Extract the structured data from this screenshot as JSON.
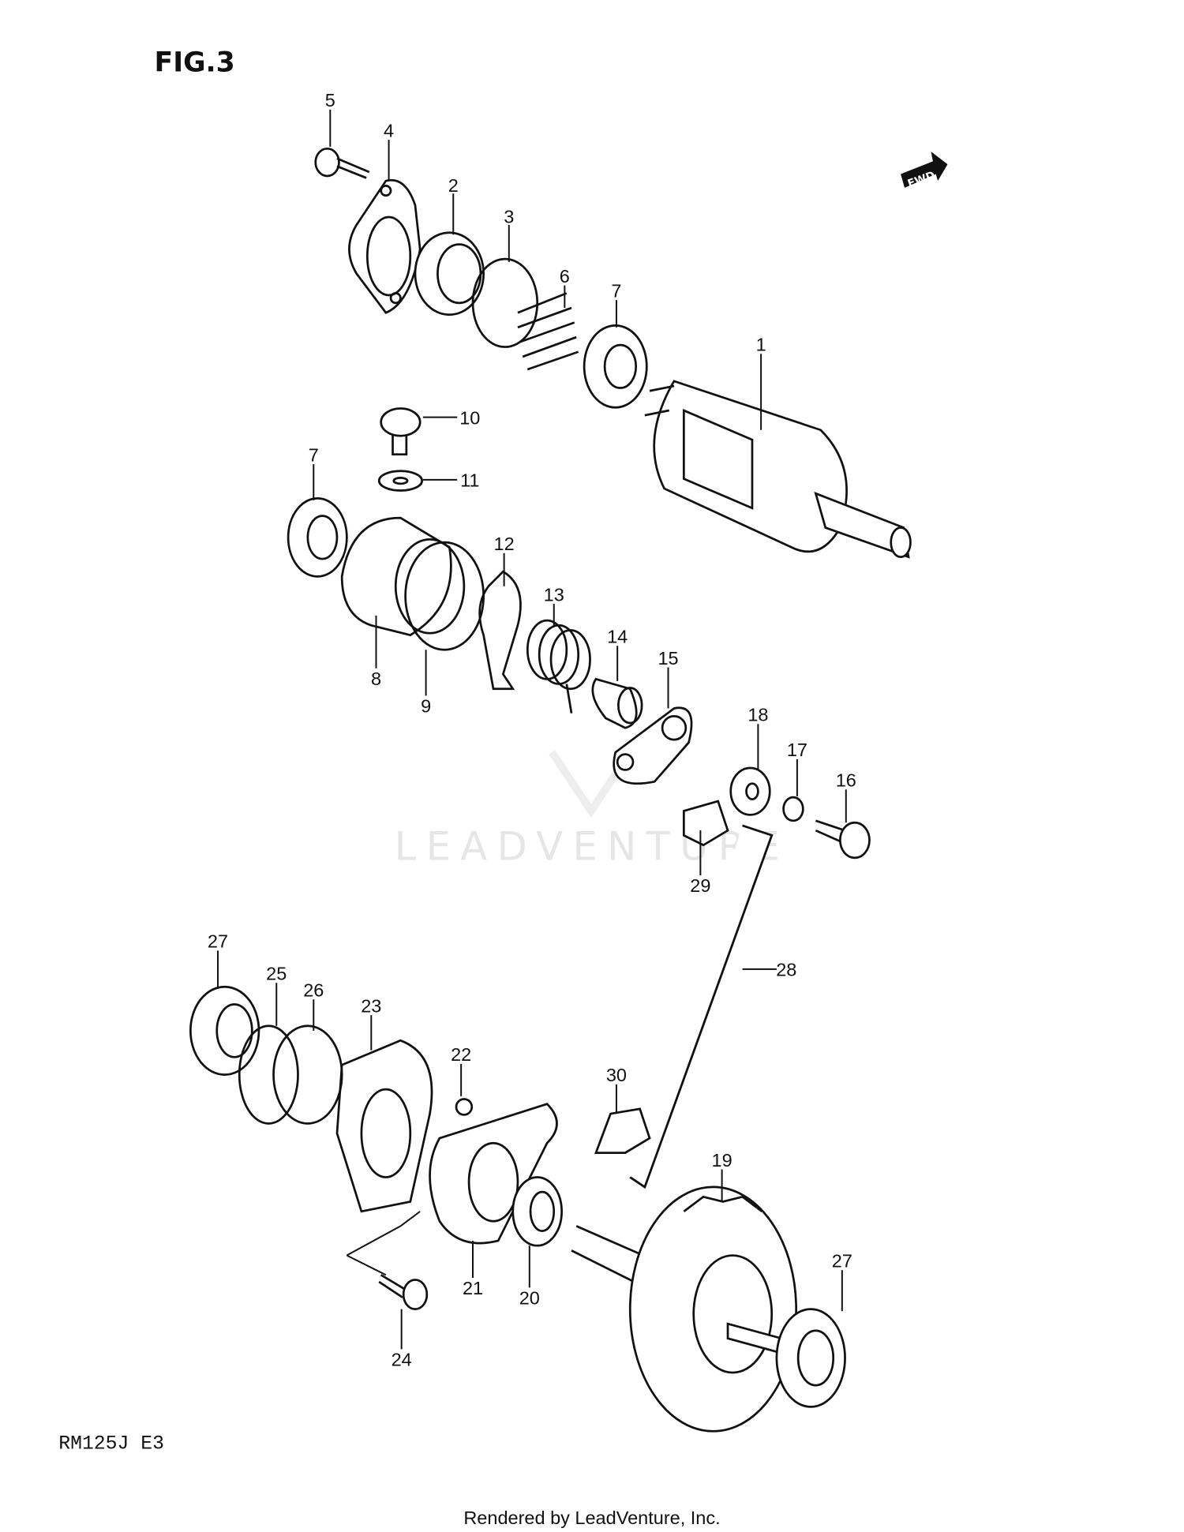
{
  "figure_title": "FIG.3",
  "model_code": "RM125J E3",
  "footer": "Rendered by LeadVenture, Inc.",
  "watermark": "LEADVENTURE",
  "direction_arrow": {
    "icon": "forward-arrow-icon",
    "label": "FWD"
  },
  "part_labels": [
    "5",
    "4",
    "2",
    "3",
    "6",
    "7",
    "1",
    "10",
    "11",
    "7",
    "12",
    "13",
    "14",
    "15",
    "8",
    "9",
    "18",
    "17",
    "16",
    "29",
    "28",
    "27",
    "25",
    "26",
    "23",
    "22",
    "30",
    "19",
    "27",
    "21",
    "20",
    "24"
  ]
}
